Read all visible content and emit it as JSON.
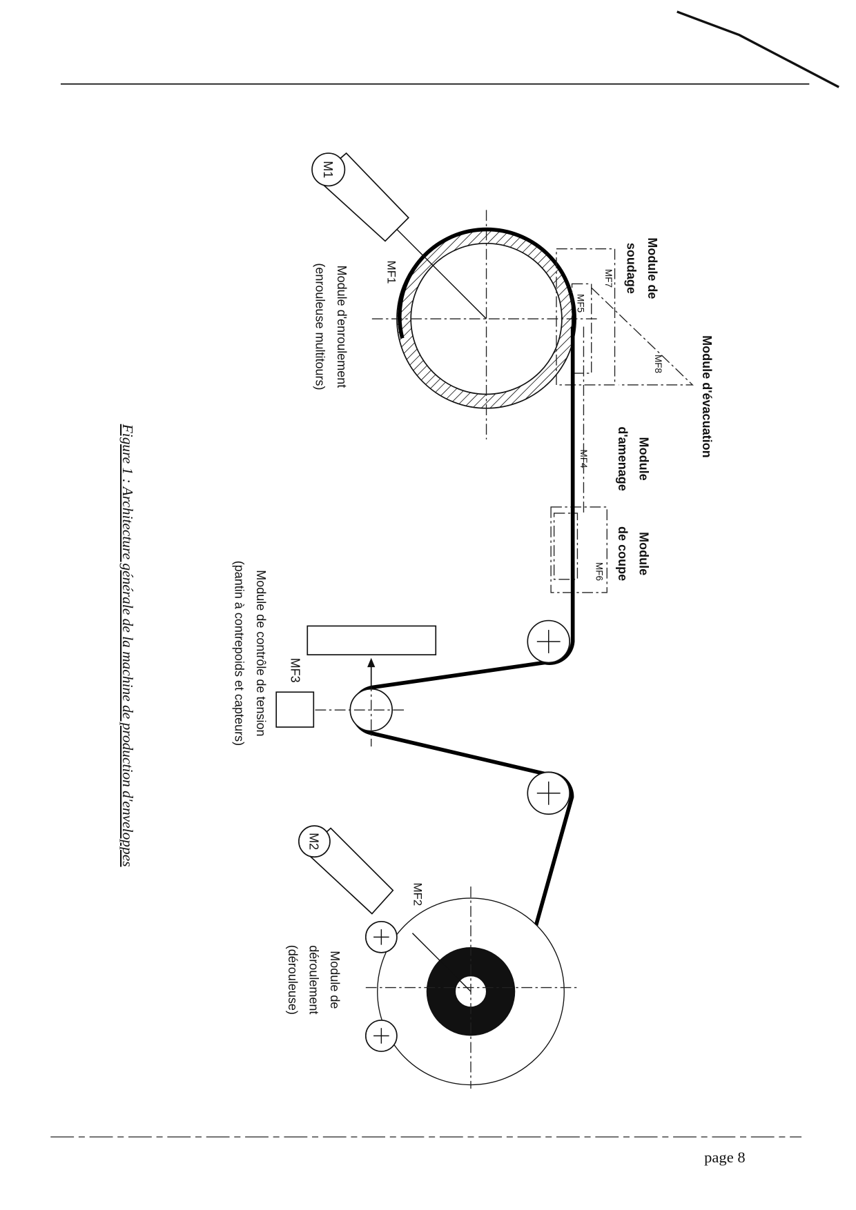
{
  "labels": {
    "evacuation": "Module d'évacuation",
    "soudage_1": "Module de",
    "soudage_2": "soudage",
    "amenage_1": "Module",
    "amenage_2": "d'amenage",
    "coupe_1": "Module",
    "coupe_2": "de coupe",
    "enroulement_1": "Module d'enroulement",
    "enroulement_2": "(enrouleuse multitours)",
    "tension_1": "Module de contrôle de tension",
    "tension_2": "(pantin à contrepoids et capteurs)",
    "deroulement_1": "Module de",
    "deroulement_2": "déroulement",
    "deroulement_3": "(dérouleuse)"
  },
  "functions": {
    "mf1": "MF1",
    "mf2": "MF2",
    "mf3": "MF3",
    "mf4": "MF4",
    "mf5": "MF5",
    "mf6": "MF6",
    "mf7": "MF7",
    "mf8": "MF8"
  },
  "motors": {
    "m1": "M1",
    "m2": "M2"
  },
  "caption": "Figure 1 : Architecture générale de la machine de production d'enveloppes",
  "page": "page 8"
}
